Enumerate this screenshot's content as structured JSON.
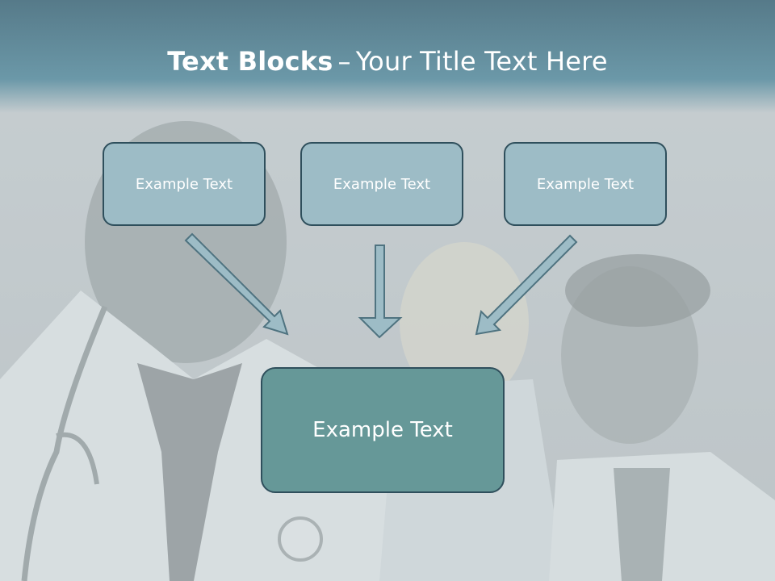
{
  "title": {
    "bold": "Text Blocks",
    "separator": "–",
    "rest": "Your Title Text Here"
  },
  "top_boxes": [
    {
      "label": "Example Text"
    },
    {
      "label": "Example Text"
    },
    {
      "label": "Example Text"
    }
  ],
  "center_box": {
    "label": "Example Text"
  },
  "colors": {
    "title_band": "#6b98a8",
    "small_box_fill": "#9dbcc6",
    "center_box_fill": "#669898",
    "box_border": "#2f4f5c",
    "arrow_fill": "#9dbcc6"
  }
}
